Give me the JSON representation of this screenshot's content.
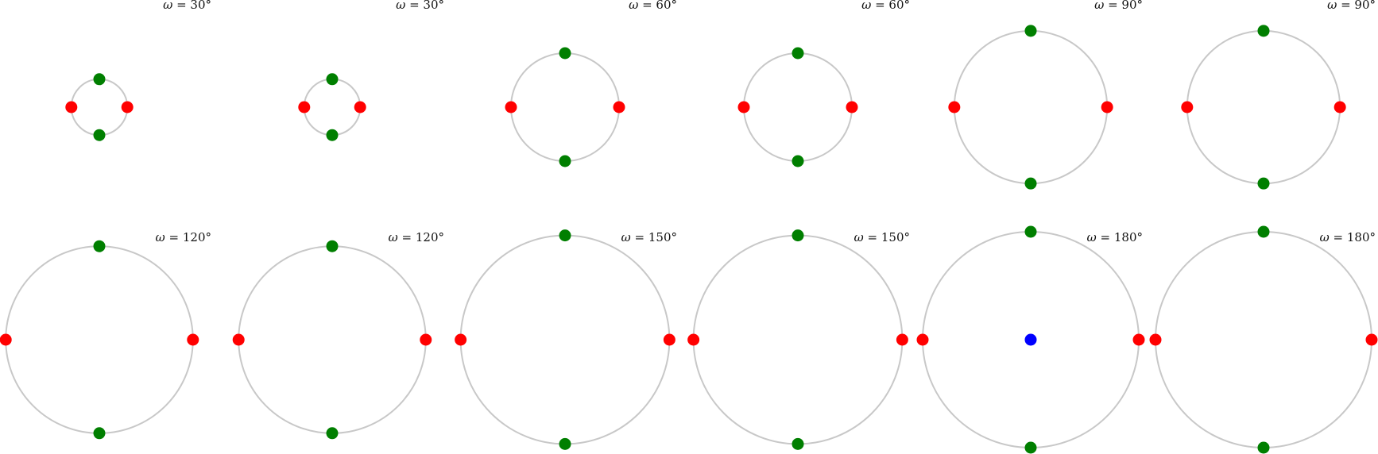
{
  "colors": {
    "circle": "#c8c8c8",
    "pole_horizontal": "#ff0000",
    "pole_vertical": "#007f00",
    "center": "#0000ff",
    "text": "#111111"
  },
  "symbol": "ω",
  "equals": " = ",
  "degree": "°",
  "panels": [
    {
      "omega": 30,
      "label_value": "30",
      "center_marker": false
    },
    {
      "omega": 30,
      "label_value": "30",
      "center_marker": false
    },
    {
      "omega": 60,
      "label_value": "60",
      "center_marker": false
    },
    {
      "omega": 60,
      "label_value": "60",
      "center_marker": false
    },
    {
      "omega": 90,
      "label_value": "90",
      "center_marker": false
    },
    {
      "omega": 90,
      "label_value": "90",
      "center_marker": false
    },
    {
      "omega": 120,
      "label_value": "120",
      "center_marker": false
    },
    {
      "omega": 120,
      "label_value": "120",
      "center_marker": false
    },
    {
      "omega": 150,
      "label_value": "150",
      "center_marker": false
    },
    {
      "omega": 150,
      "label_value": "150",
      "center_marker": false
    },
    {
      "omega": 180,
      "label_value": "180",
      "center_marker": true
    },
    {
      "omega": 180,
      "label_value": "180",
      "center_marker": false
    }
  ]
}
